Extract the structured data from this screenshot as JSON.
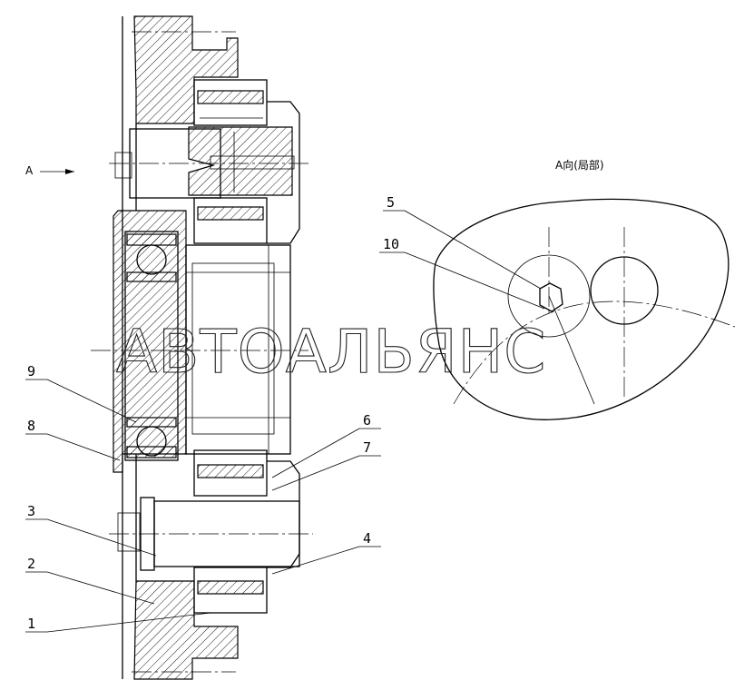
{
  "labels": {
    "part_1": "1",
    "part_2": "2",
    "part_3": "3",
    "part_4": "4",
    "part_5": "5",
    "part_6": "6",
    "part_7": "7",
    "part_8": "8",
    "part_9": "9",
    "part_10": "10"
  },
  "view_arrow_label": "A",
  "detail_view_title": "A向(局部)",
  "watermark": "АВТОАЛЬЯНС"
}
